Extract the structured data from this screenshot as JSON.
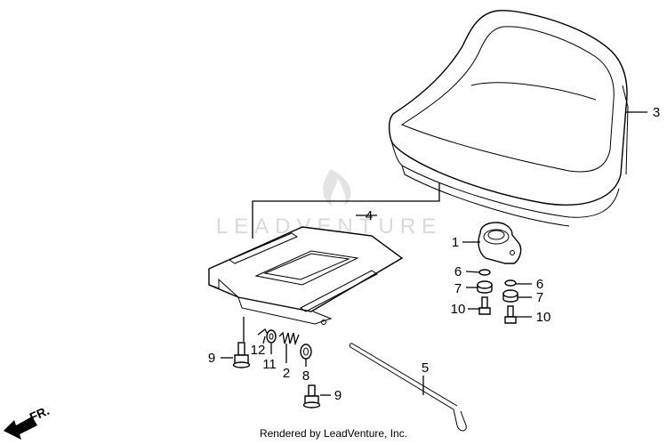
{
  "callouts": {
    "c1": "1",
    "c2": "2",
    "c3": "3",
    "c4": "4",
    "c5": "5",
    "c6a": "6",
    "c6b": "6",
    "c7a": "7",
    "c7b": "7",
    "c8": "8",
    "c9a": "9",
    "c9b": "9",
    "c10a": "10",
    "c10b": "10",
    "c11": "11",
    "c12": "12"
  },
  "direction_label": "FR.",
  "watermark": "LEADVENTURE",
  "footer": "Rendered by LeadVenture, Inc."
}
